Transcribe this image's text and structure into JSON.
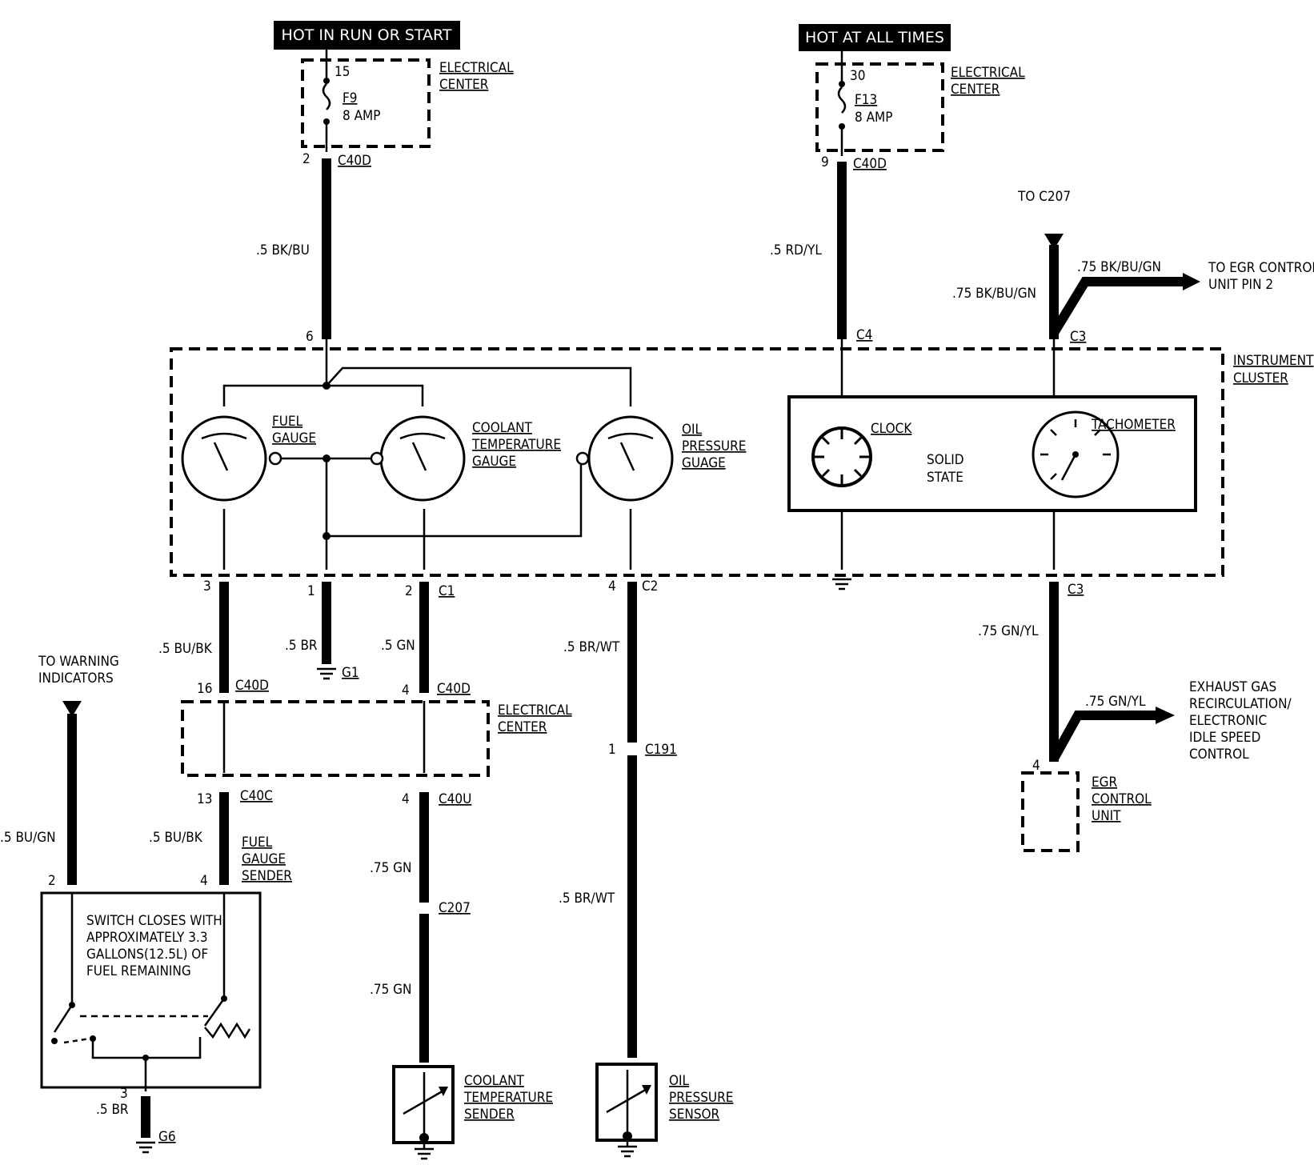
{
  "banners": {
    "run_start": "HOT IN RUN OR START",
    "all_times": "HOT AT ALL TIMES"
  },
  "fuses": {
    "f9": {
      "terminal": "15",
      "name": "F9",
      "rating": "8 AMP"
    },
    "f13": {
      "terminal": "30",
      "name": "F13",
      "rating": "8 AMP"
    },
    "center_label": [
      "ELECTRICAL",
      "CENTER"
    ]
  },
  "connectors": {
    "c40d": "C40D",
    "c40c": "C40C",
    "c40u": "C40U",
    "c4": "C4",
    "c3": "C3",
    "c1": "C1",
    "c2": "C2",
    "c191": "C191",
    "c207": "C207"
  },
  "pins": {
    "p2": "2",
    "p9": "9",
    "p6": "6",
    "p3": "3",
    "p1": "1",
    "p2b": "2",
    "p4": "4",
    "p16": "16",
    "p4b": "4",
    "p13": "13",
    "p4c": "4",
    "p1b": "1",
    "p2c": "2",
    "p4d": "4",
    "p3b": "3",
    "p4e": "4"
  },
  "wires": {
    "bk_bu": ".5 BK/BU",
    "rd_yl": ".5 RD/YL",
    "bk_bu_gn_a": ".75 BK/BU/GN",
    "bk_bu_gn_b": ".75 BK/BU/GN",
    "bu_bk_a": ".5 BU/BK",
    "br": ".5 BR",
    "gn": ".5 GN",
    "br_wt_a": ".5 BR/WT",
    "gn_yl_a": ".75 GN/YL",
    "gn_yl_b": ".75 GN/YL",
    "bu_gn": ".5 BU/GN",
    "bu_bk_b": ".5 BU/BK",
    "gn75_a": ".75 GN",
    "br_wt_b": ".5 BR/WT",
    "gn75_b": ".75 GN",
    "br_bottom": ".5 BR"
  },
  "grounds": {
    "g1": "G1",
    "g6": "G6"
  },
  "labels": {
    "to_c207": "TO C207",
    "to_egr": [
      "TO EGR CONTROL",
      "UNIT PIN 2"
    ],
    "instrument_cluster": [
      "INSTRUMENT",
      "CLUSTER"
    ],
    "fuel_gauge": [
      "FUEL",
      "GAUGE"
    ],
    "coolant_gauge": [
      "COOLANT",
      "TEMPERATURE",
      "GAUGE"
    ],
    "oil_gauge": [
      "OIL",
      "PRESSURE",
      "GUAGE"
    ],
    "clock": "CLOCK",
    "solid_state": [
      "SOLID",
      "STATE"
    ],
    "tachometer": "TACHOMETER",
    "to_warning": [
      "TO WARNING",
      "INDICATORS"
    ],
    "egr_recirc": [
      "EXHAUST GAS",
      "RECIRCULATION/",
      "ELECTRONIC",
      "IDLE SPEED",
      "CONTROL"
    ],
    "egr_unit": [
      "EGR",
      "CONTROL",
      "UNIT"
    ],
    "fuel_sender": [
      "FUEL",
      "GAUGE",
      "SENDER"
    ],
    "switch_note": [
      "SWITCH CLOSES WITH",
      "APPROXIMATELY 3.3",
      "GALLONS(12.5L) OF",
      "FUEL REMAINING"
    ],
    "coolant_sender": [
      "COOLANT",
      "TEMPERATURE",
      "SENDER"
    ],
    "oil_sensor": [
      "OIL",
      "PRESSURE",
      "SENSOR"
    ]
  }
}
